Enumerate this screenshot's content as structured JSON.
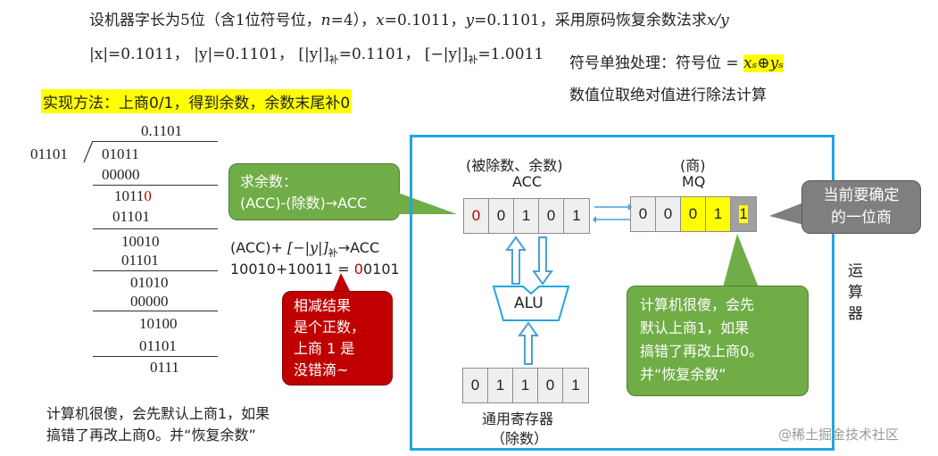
{
  "title": {
    "prefix": "设机器字长为5位（含1位符号位，",
    "n": "n",
    "n_val": "=4），",
    "x": "x",
    "x_val": "=0.1011，",
    "y": "y",
    "y_val": "=0.1101，采用原码恢复余数法求",
    "xy": "x/y"
  },
  "abs_line": {
    "a1": "|x|=0.1011，",
    "a2": "|y|=0.1101，",
    "a3": "[|y|]",
    "a3sub": "补",
    "a3val": "=0.1101，",
    "a4": "[−|y|]",
    "a4sub": "补",
    "a4val": "=1.0011"
  },
  "sign_note": {
    "label": "符号单独处理：符号位 = ",
    "expr": "xₛ⊕yₛ",
    "line2": "数值位取绝对值进行除法计算"
  },
  "method": "实现方法：上商0/1，得到余数，余数末尾补0",
  "division": {
    "quotient": "0.1101",
    "divisor": "01101",
    "rows": [
      "01011",
      "00000",
      "10110",
      "01101",
      "10010",
      "01101",
      "01010",
      "00000",
      "10100",
      "01101",
      "0111"
    ]
  },
  "formula": {
    "line1_pre": "(ACC)+ ",
    "line1_mid": "[−|y|]",
    "line1_sub": "补",
    "line1_post": "→ACC",
    "line2_pre": "10010+10011 = ",
    "line2_red": "0",
    "line2_post": "0101"
  },
  "callouts": {
    "remainder": [
      "求余数：",
      "(ACC)-(除数)→ACC"
    ],
    "positive": [
      "相减结果",
      "是个正数，",
      "上商 1 是",
      "没错滴~"
    ],
    "current": [
      "当前要确定",
      "的一位商"
    ],
    "computer": [
      "计算机很傻，会先",
      "默认上商1，如果",
      "搞错了再改上商0。",
      "并“恢复余数”"
    ]
  },
  "bottom_note": [
    "计算机很傻，会先默认上商1，如果",
    "搞错了再改上商0。并“恢复余数”"
  ],
  "cpu": {
    "acc_label1": "(被除数、余数)",
    "acc_label2": "ACC",
    "acc": [
      "0",
      "0",
      "1",
      "0",
      "1"
    ],
    "mq_label1": "(商)",
    "mq_label2": "MQ",
    "mq": [
      "0",
      "0",
      "0",
      "1",
      "1"
    ],
    "alu": "ALU",
    "gpr": [
      "0",
      "1",
      "1",
      "0",
      "1"
    ],
    "gpr_label1": "通用寄存器",
    "gpr_label2": "（除数）",
    "side_label": [
      "运",
      "算",
      "器"
    ]
  },
  "watermark": "@稀土掘金技术社区",
  "colors": {
    "box_border": "#21a6e0",
    "highlight": "#ffff00",
    "green": "#70ad47",
    "red": "#c00000",
    "gray": "#7f7f7f",
    "arrow_blue": "#4a9fd8"
  }
}
